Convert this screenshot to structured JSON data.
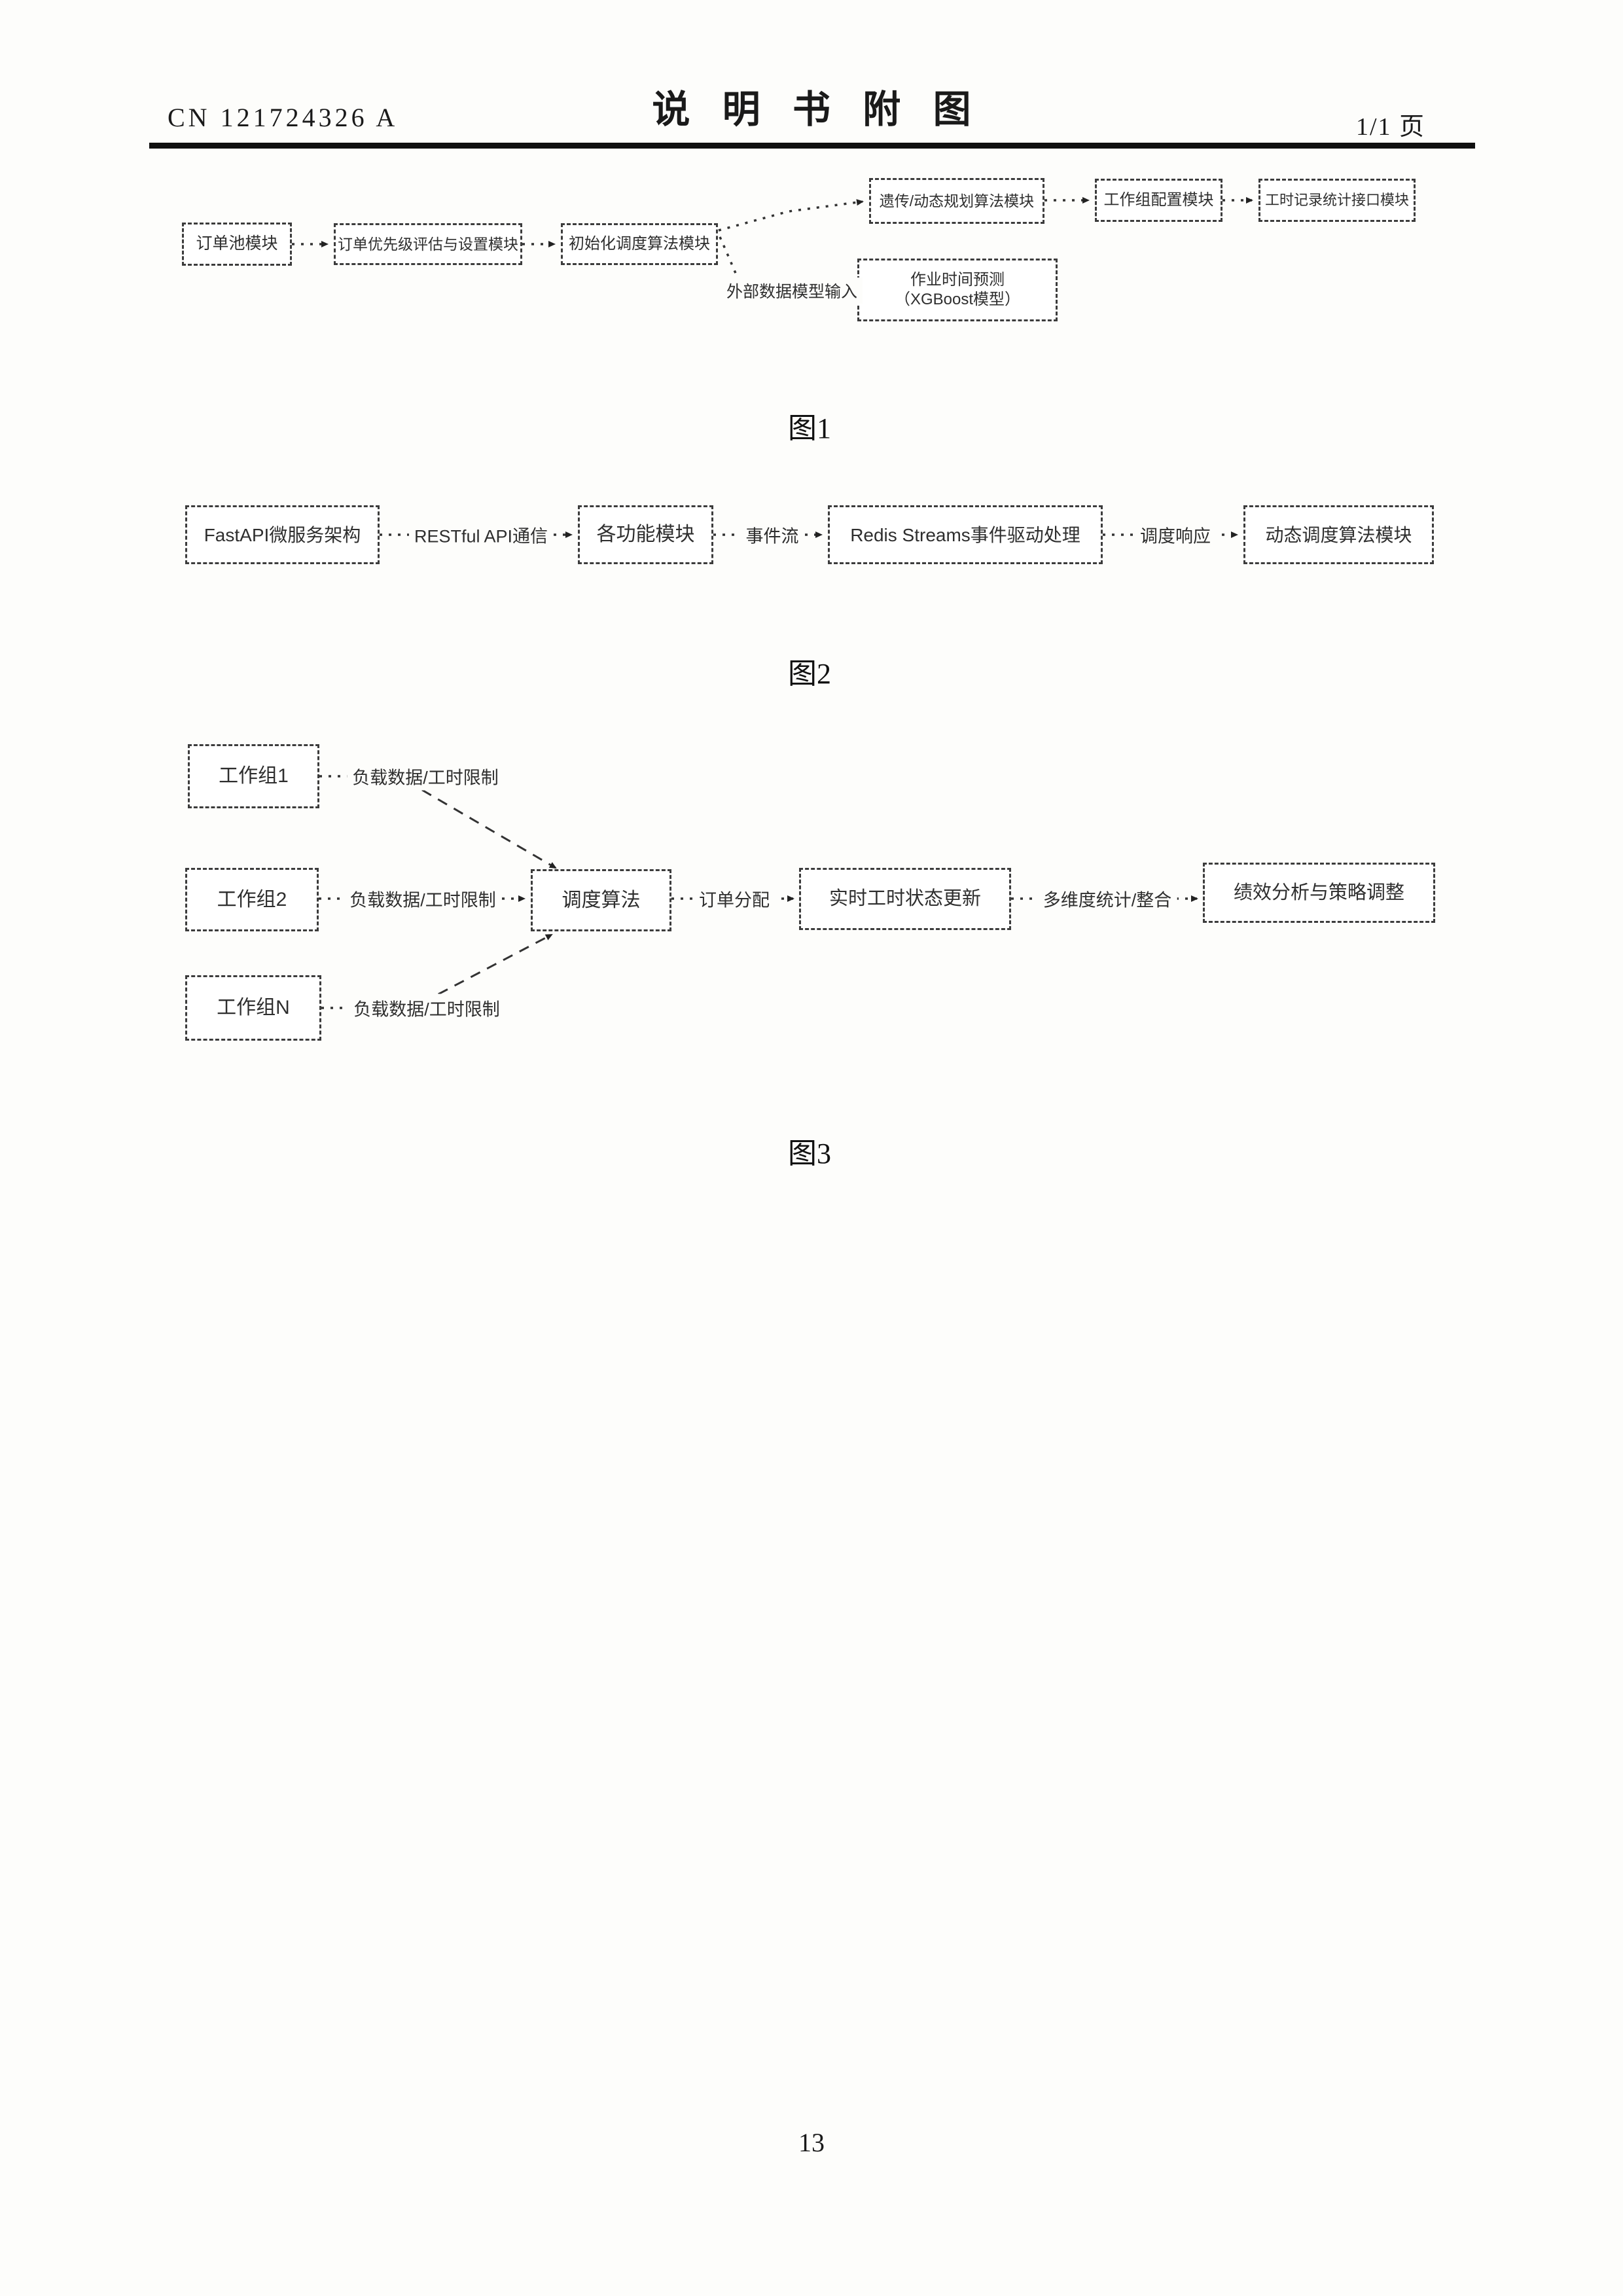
{
  "header": {
    "doc_number": "CN 121724326 A",
    "title": "说明书附图",
    "page_indicator": "1/1 页"
  },
  "footer": {
    "page_number": "13"
  },
  "colors": {
    "ink": "#1a1a1a",
    "paper": "#fdfdfb",
    "box_border": "#3c3c3c"
  },
  "fig1": {
    "caption": "图1",
    "boxes": {
      "order_pool": "订单池模块",
      "priority_eval": "订单优先级评估与设置模块",
      "init_scheduler": "初始化调度算法模块",
      "genetic_dp": "遗传/动态规划算法模块",
      "workgroup_config": "工作组配置模块",
      "timesheet_interface": "工时记录统计接口模块",
      "xgboost_predict": "作业时间预测（XGBoost模型）"
    },
    "labels": {
      "external_input": "外部数据模型输入"
    }
  },
  "fig2": {
    "caption": "图2",
    "boxes": {
      "fastapi": "FastAPI微服务架构",
      "function_modules": "各功能模块",
      "redis_streams": "Redis Streams事件驱动处理",
      "dynamic_scheduler": "动态调度算法模块"
    },
    "labels": {
      "restful": "RESTful API通信",
      "event_stream": "事件流",
      "schedule_response": "调度响应"
    }
  },
  "fig3": {
    "caption": "图3",
    "boxes": {
      "group1": "工作组1",
      "group2": "工作组2",
      "groupN": "工作组N",
      "scheduler": "调度算法",
      "realtime_update": "实时工时状态更新",
      "performance": "绩效分析与策略调整"
    },
    "labels": {
      "load": "负载数据/工时限制",
      "order_assign": "订单分配",
      "stats": "多维度统计/整合"
    }
  }
}
